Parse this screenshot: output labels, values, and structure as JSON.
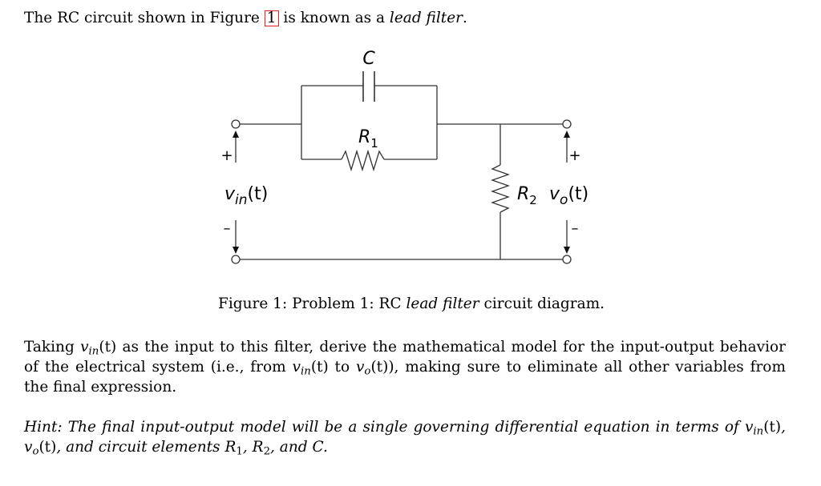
{
  "intro": {
    "before": "The RC circuit shown in Figure ",
    "figref": "1",
    "middle": " is known as a ",
    "emph": "lead filter",
    "after": "."
  },
  "figure": {
    "labels": {
      "C": "C",
      "R1_main": "R",
      "R1_sub": "1",
      "R2_main": "R",
      "R2_sub": "2",
      "vin_main": "v",
      "vin_sub": "in",
      "vin_arg": "(t)",
      "vo_main": "v",
      "vo_sub": "o",
      "vo_arg": "(t)",
      "plus_in": "+",
      "minus_in": "–",
      "plus_out": "+",
      "minus_out": "–"
    },
    "caption": {
      "prefix": "Figure 1: Problem 1: RC ",
      "emph": "lead filter",
      "suffix": " circuit diagram."
    }
  },
  "paragraph": {
    "p1": "Taking ",
    "v": "v",
    "in": "in",
    "t": "(t)",
    "p2": " as the input to this filter, derive the mathematical model for the input-output behavior of the electrical system (i.e., from ",
    "p3": " to ",
    "o": "o",
    "p4": "), making sure to eliminate all other variables from the final expression."
  },
  "hint": {
    "h1": "Hint: The final input-output model will be a single governing differential equation in terms of ",
    "h2": ", ",
    "h3": ", and circuit elements ",
    "R": "R",
    "one": "1",
    "two": "2",
    "sep": ", ",
    "h4": ", and ",
    "C": "C",
    "end": "."
  }
}
